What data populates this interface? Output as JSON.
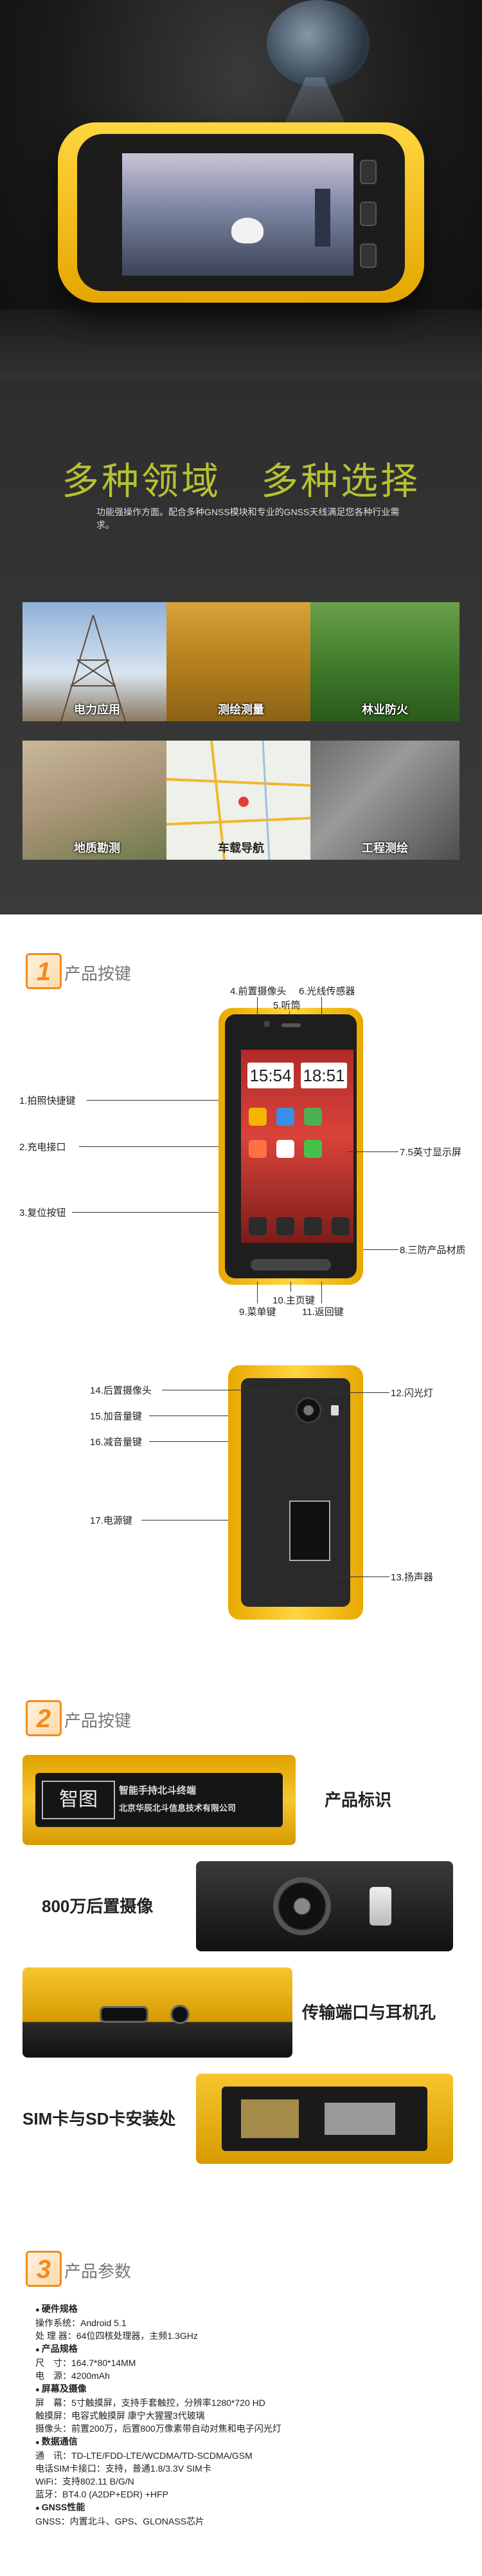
{
  "fields": {
    "title": "多种领域　多种选择",
    "subtitle": "功能强操作方面。配合多种GNSS模块和专业的GNSS天线满足您各种行业需求。",
    "tiles": [
      {
        "label": "电力应用"
      },
      {
        "label": "测绘测量"
      },
      {
        "label": "林业防火"
      },
      {
        "label": "地质勘测"
      },
      {
        "label": "车载导航"
      },
      {
        "label": "工程测绘"
      }
    ]
  },
  "buttons": {
    "header_num": "1",
    "header_text": "产品按键",
    "clock_left": "15:54",
    "clock_right": "18:51",
    "callouts": {
      "c1": "1.拍照快捷键",
      "c2": "2.充电接口",
      "c3": "3.复位按钮",
      "c4": "4.前置摄像头",
      "c5": "5.听筒",
      "c6": "6.光线传感器",
      "c7": "7.5英寸显示屏",
      "c8": "8.三防产品材质",
      "c9": "9.菜单键",
      "c10": "10.主页键",
      "c11": "11.返回键",
      "c12": "12.闪光灯",
      "c13": "13.扬声器",
      "c14": "14.后置摄像头",
      "c15": "15.加音量键",
      "c16": "16.减音量键",
      "c17": "17.电源键"
    }
  },
  "details": {
    "header_num": "2",
    "header_text": "产品按键",
    "logo_text": "智图",
    "logo_line1": "智能手持北斗终端",
    "logo_line2": "北京华辰北斗信息技术有限公司",
    "items": [
      {
        "caption": "产品标识"
      },
      {
        "caption": "800万后置摄像"
      },
      {
        "caption": "传输端口与耳机孔"
      },
      {
        "caption": "SIM卡与SD卡安装处"
      }
    ]
  },
  "params": {
    "header_num": "3",
    "header_text": "产品参数",
    "lines": [
      {
        "text": "硬件规格",
        "heading": true
      },
      {
        "text": "操作系统：Android 5.1",
        "heading": false
      },
      {
        "text": "处 理 器：64位四核处理器，主频1.3GHz",
        "heading": false
      },
      {
        "text": "产品规格",
        "heading": true
      },
      {
        "text": "尺　寸：164.7*80*14MM",
        "heading": false
      },
      {
        "text": "电　源：4200mAh",
        "heading": false
      },
      {
        "text": "屏幕及摄像",
        "heading": true
      },
      {
        "text": "屏　幕：5寸触摸屏，支持手套触控，分辨率1280*720 HD",
        "heading": false
      },
      {
        "text": "触摸屏：电容式触摸屏 康宁大猩猩3代玻璃",
        "heading": false
      },
      {
        "text": "摄像头：前置200万，后置800万像素带自动对焦和电子闪光灯",
        "heading": false
      },
      {
        "text": "数据通信",
        "heading": true
      },
      {
        "text": "通　讯：TD-LTE/FDD-LTE/WCDMA/TD-SCDMA/GSM",
        "heading": false
      },
      {
        "text": "电话SIM卡接口：支持，普通1.8/3.3V SIM卡",
        "heading": false
      },
      {
        "text": "WiFi：支持802.11 B/G/N",
        "heading": false
      },
      {
        "text": "蓝牙：BT4.0 (A2DP+EDR) +HFP",
        "heading": false
      },
      {
        "text": "GNSS性能",
        "heading": true
      },
      {
        "text": "GNSS：内置北斗、GPS、GLONASS芯片",
        "heading": false
      }
    ]
  }
}
